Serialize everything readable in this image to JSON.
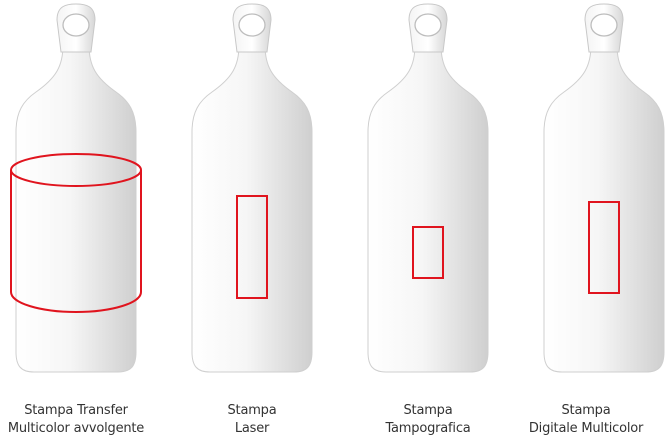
{
  "colors": {
    "bottle_light": "#ffffff",
    "bottle_shade": "#d2d2d2",
    "outline": "#cfcfcf",
    "print_area": "#e0141e",
    "text": "#333333"
  },
  "bottles": [
    {
      "line1": "Stampa Transfer",
      "line2": "Multicolor avvolgente",
      "print_area": "wrap"
    },
    {
      "line1": "Stampa",
      "line2": "Laser",
      "print_area": "tall-rect"
    },
    {
      "line1": "Stampa",
      "line2": "Tampografica",
      "print_area": "small-rect"
    },
    {
      "line1": "Stampa",
      "line2": "Digitale Multicolor",
      "print_area": "tall-rect"
    }
  ]
}
